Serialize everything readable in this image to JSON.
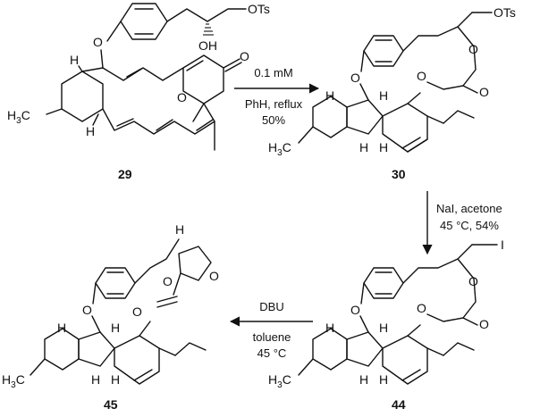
{
  "compounds": [
    {
      "number": "29"
    },
    {
      "number": "30"
    },
    {
      "number": "44"
    },
    {
      "number": "45"
    }
  ],
  "steps": [
    {
      "from": "29",
      "to": "30",
      "above": "0.1 mM",
      "below_1": "PhH, reflux",
      "below_2": "50%"
    },
    {
      "from": "30",
      "to": "44",
      "line_1": "NaI, acetone",
      "line_2": "45 °C, 54%"
    },
    {
      "from": "44",
      "to": "45",
      "above": "DBU",
      "below_1": "toluene",
      "below_2": "45 °C"
    }
  ],
  "atom_labels": {
    "h3c_main": "H",
    "h3c_sub": "3",
    "h3c_tail": "C",
    "o": "O",
    "oh": "OH",
    "ots": "OTs",
    "i": "I",
    "h": "H"
  }
}
